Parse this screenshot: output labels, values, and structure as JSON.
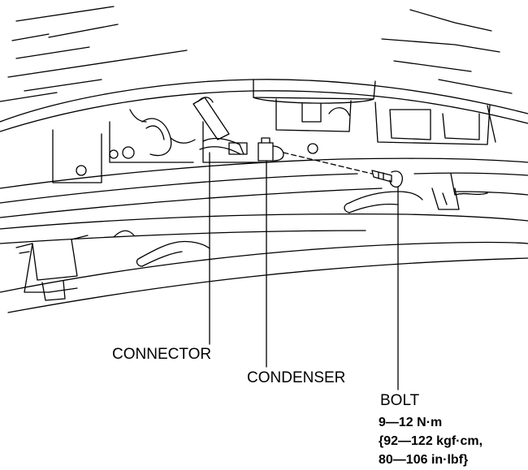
{
  "labels": {
    "connector": "CONNECTOR",
    "condenser": "CONDENSER",
    "bolt": "BOLT"
  },
  "torque_spec": {
    "line1": "9—12 N·m",
    "line2": "{92—122 kgf·cm,",
    "line3": "80—106 in·lbf}"
  },
  "colors": {
    "line": "#000000",
    "background": "#ffffff"
  }
}
